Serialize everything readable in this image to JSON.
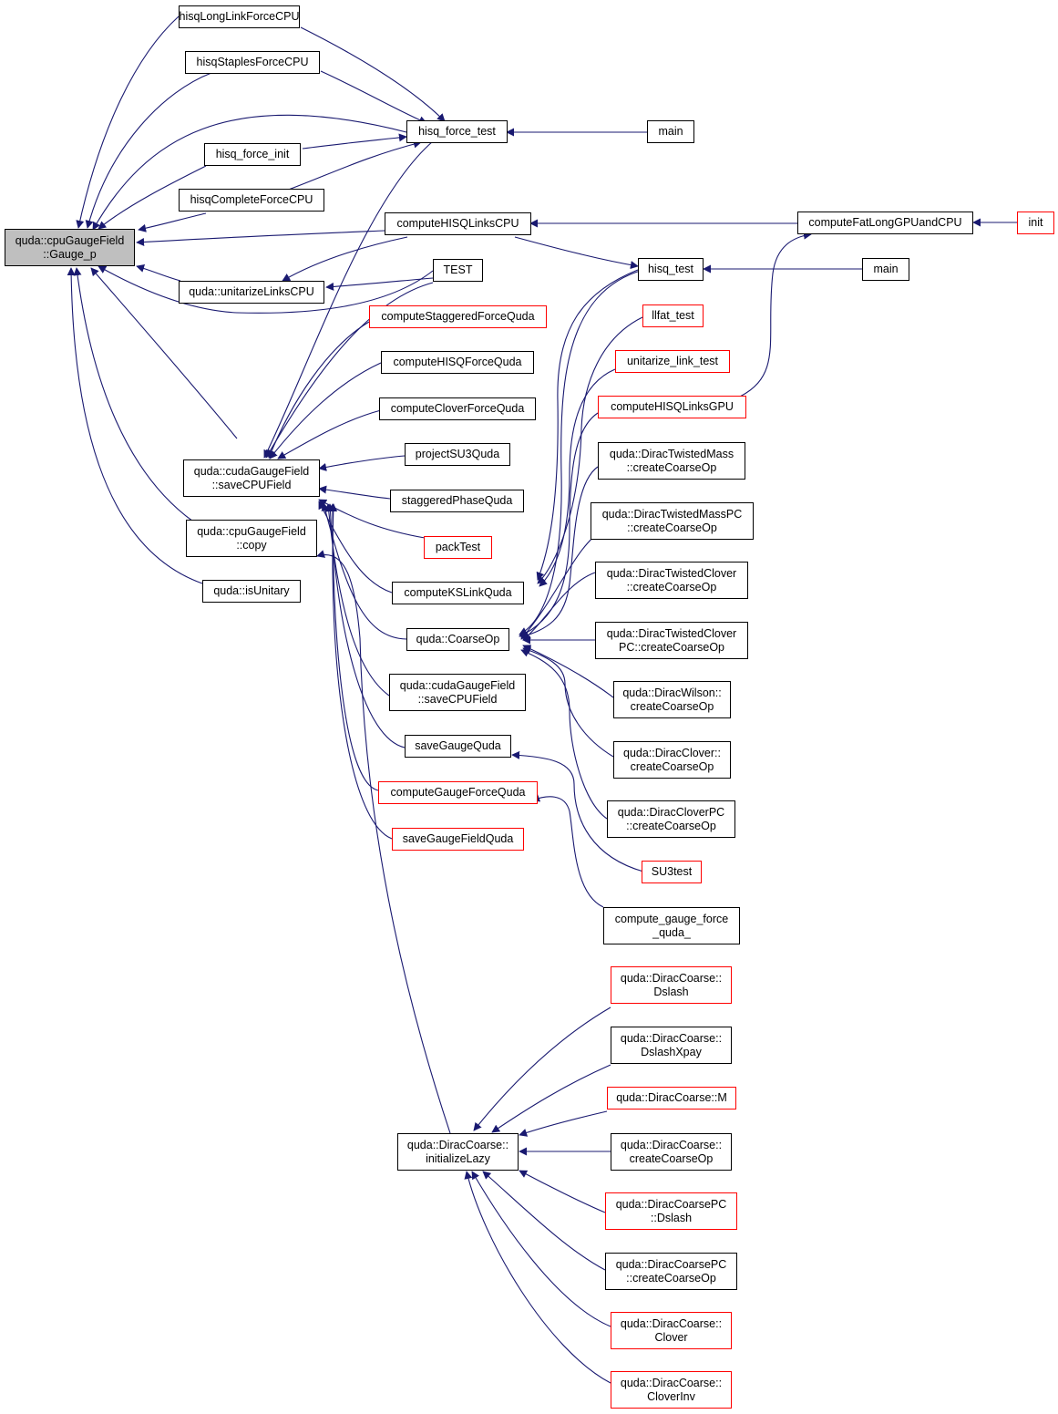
{
  "colors": {
    "edge": "#191970",
    "border": "#000000",
    "truncated_border": "#ff0000",
    "focus_fill": "#bfbfbf"
  },
  "nodes": {
    "gauge_p": {
      "lines": [
        "quda::cpuGaugeField",
        "::Gauge_p"
      ]
    },
    "hisqLongLinkForceCPU": {
      "lines": [
        "hisqLongLinkForceCPU"
      ]
    },
    "hisqStaplesForceCPU": {
      "lines": [
        "hisqStaplesForceCPU"
      ]
    },
    "hisq_force_init": {
      "lines": [
        "hisq_force_init"
      ]
    },
    "hisqCompleteForceCPU": {
      "lines": [
        "hisqCompleteForceCPU"
      ]
    },
    "unitarizeLinksCPU": {
      "lines": [
        "quda::unitarizeLinksCPU"
      ]
    },
    "cudaSaveCPUField": {
      "lines": [
        "quda::cudaGaugeField",
        "::saveCPUField"
      ]
    },
    "cpuCopy": {
      "lines": [
        "quda::cpuGaugeField",
        "::copy"
      ]
    },
    "isUnitary": {
      "lines": [
        "quda::isUnitary"
      ]
    },
    "hisq_force_test": {
      "lines": [
        "hisq_force_test"
      ]
    },
    "computeHISQLinksCPU": {
      "lines": [
        "computeHISQLinksCPU"
      ]
    },
    "TEST": {
      "lines": [
        "TEST"
      ]
    },
    "computeStaggeredForceQuda": {
      "lines": [
        "computeStaggeredForceQuda"
      ]
    },
    "computeHISQForceQuda": {
      "lines": [
        "computeHISQForceQuda"
      ]
    },
    "computeCloverForceQuda": {
      "lines": [
        "computeCloverForceQuda"
      ]
    },
    "projectSU3Quda": {
      "lines": [
        "projectSU3Quda"
      ]
    },
    "staggeredPhaseQuda": {
      "lines": [
        "staggeredPhaseQuda"
      ]
    },
    "packTest": {
      "lines": [
        "packTest"
      ]
    },
    "computeKSLinkQuda": {
      "lines": [
        "computeKSLinkQuda"
      ]
    },
    "coarseOp": {
      "lines": [
        "quda::CoarseOp"
      ]
    },
    "cudaSaveCPUField2": {
      "lines": [
        "quda::cudaGaugeField",
        "::saveCPUField"
      ]
    },
    "saveGaugeQuda": {
      "lines": [
        "saveGaugeQuda"
      ]
    },
    "computeGaugeForceQuda": {
      "lines": [
        "computeGaugeForceQuda"
      ]
    },
    "saveGaugeFieldQuda": {
      "lines": [
        "saveGaugeFieldQuda"
      ]
    },
    "initializeLazy": {
      "lines": [
        "quda::DiracCoarse::",
        "initializeLazy"
      ]
    },
    "main1": {
      "lines": [
        "main"
      ]
    },
    "computeFatLongGPUandCPU": {
      "lines": [
        "computeFatLongGPUandCPU"
      ]
    },
    "init": {
      "lines": [
        "init"
      ]
    },
    "hisq_test": {
      "lines": [
        "hisq_test"
      ]
    },
    "main2": {
      "lines": [
        "main"
      ]
    },
    "llfat_test": {
      "lines": [
        "llfat_test"
      ]
    },
    "unitarize_link_test": {
      "lines": [
        "unitarize_link_test"
      ]
    },
    "computeHISQLinksGPU": {
      "lines": [
        "computeHISQLinksGPU"
      ]
    },
    "twMass": {
      "lines": [
        "quda::DiracTwistedMass",
        "::createCoarseOp"
      ]
    },
    "twMassPC": {
      "lines": [
        "quda::DiracTwistedMassPC",
        "::createCoarseOp"
      ]
    },
    "twClover": {
      "lines": [
        "quda::DiracTwistedClover",
        "::createCoarseOp"
      ]
    },
    "twCloverPC": {
      "lines": [
        "quda::DiracTwistedClover",
        "PC::createCoarseOp"
      ]
    },
    "wilson": {
      "lines": [
        "quda::DiracWilson::",
        "createCoarseOp"
      ]
    },
    "clover": {
      "lines": [
        "quda::DiracClover::",
        "createCoarseOp"
      ]
    },
    "cloverPC": {
      "lines": [
        "quda::DiracCloverPC",
        "::createCoarseOp"
      ]
    },
    "su3test": {
      "lines": [
        "SU3test"
      ]
    },
    "compute_gauge_force_quda_": {
      "lines": [
        "compute_gauge_force",
        "_quda_"
      ]
    },
    "dcDslash": {
      "lines": [
        "quda::DiracCoarse::",
        "Dslash"
      ]
    },
    "dcDslashXpay": {
      "lines": [
        "quda::DiracCoarse::",
        "DslashXpay"
      ]
    },
    "dcM": {
      "lines": [
        "quda::DiracCoarse::M"
      ]
    },
    "dcCreateCoarseOp": {
      "lines": [
        "quda::DiracCoarse::",
        "createCoarseOp"
      ]
    },
    "dcpcDslash": {
      "lines": [
        "quda::DiracCoarsePC",
        "::Dslash"
      ]
    },
    "dcpcCreateCoarseOp": {
      "lines": [
        "quda::DiracCoarsePC",
        "::createCoarseOp"
      ]
    },
    "dcClover": {
      "lines": [
        "quda::DiracCoarse::",
        "Clover"
      ]
    },
    "dcCloverInv": {
      "lines": [
        "quda::DiracCoarse::",
        "CloverInv"
      ]
    }
  }
}
